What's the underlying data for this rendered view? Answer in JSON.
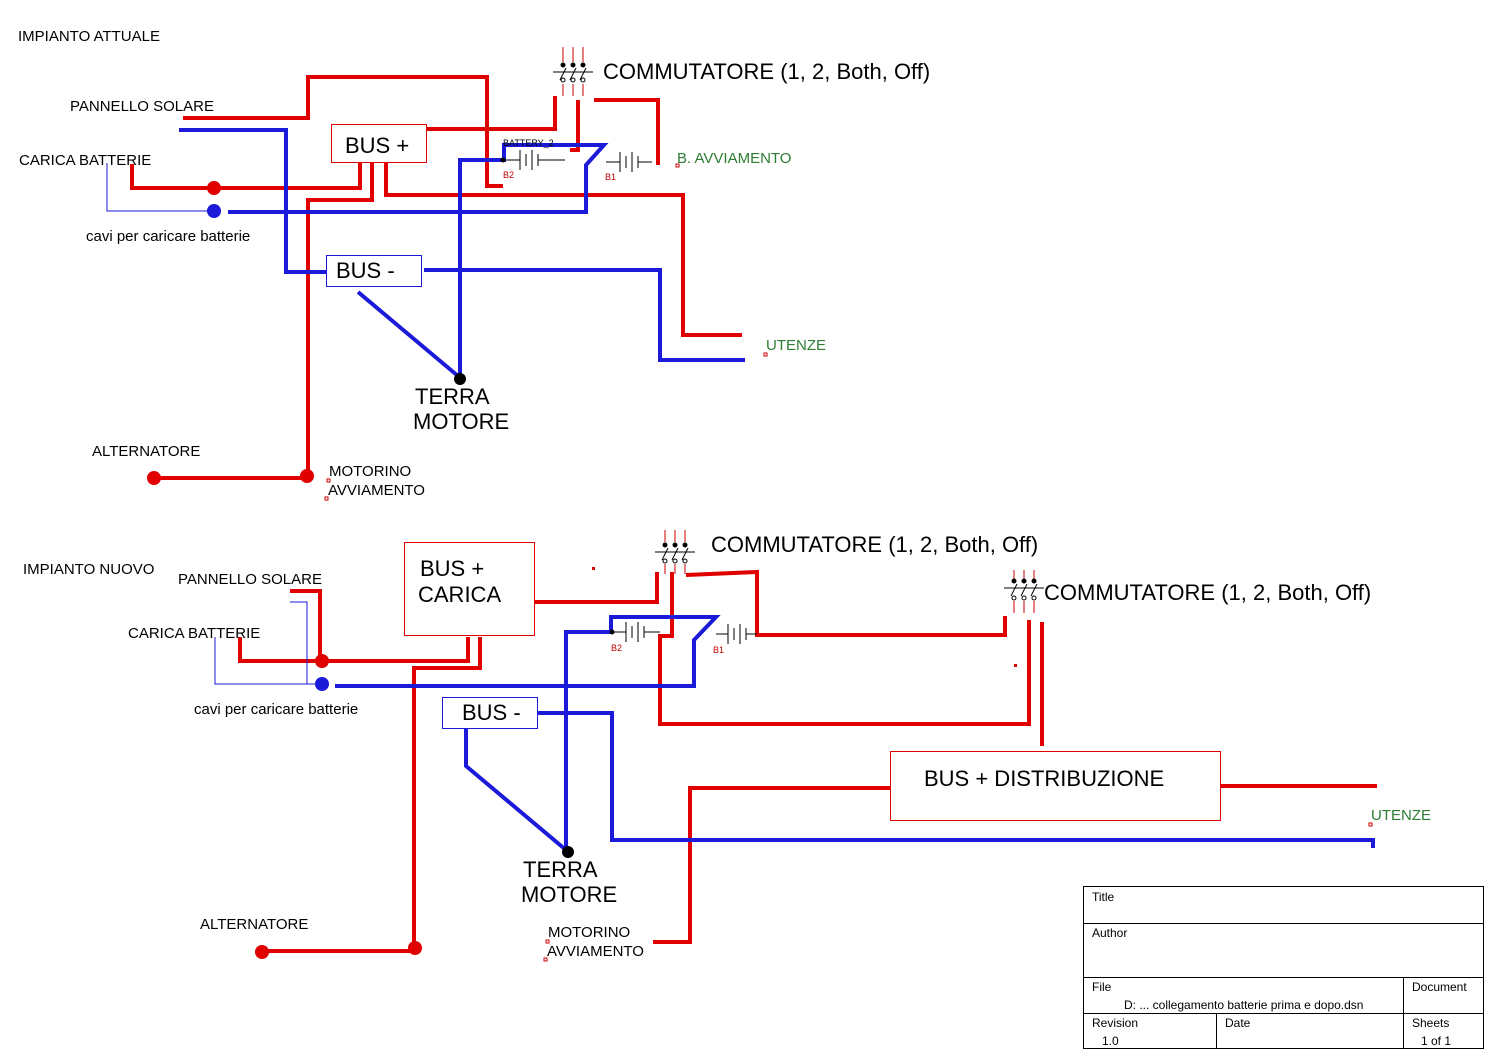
{
  "top": {
    "heading": "IMPIANTO ATTUALE",
    "solar_panel": "PANNELLO SOLARE",
    "battery_charger": "CARICA BATTERIE",
    "charge_cables": "cavi per caricare batterie",
    "bus_plus": "BUS +",
    "bus_minus": "BUS -",
    "switch": "COMMUTATORE (1, 2, Both, Off)",
    "battery_group": "BATTERY_2",
    "battery_b2": "B2",
    "battery_b1": "B1",
    "start_battery": "B. AVVIAMENTO",
    "loads": "UTENZE",
    "ground_1": "TERRA",
    "ground_2": "MOTORE",
    "alternator": "ALTERNATORE",
    "starter_1": "MOTORINO",
    "starter_2": "AVVIAMENTO"
  },
  "bottom": {
    "heading": "IMPIANTO NUOVO",
    "solar_panel": "PANNELLO SOLARE",
    "battery_charger": "CARICA BATTERIE",
    "charge_cables": "cavi per caricare batterie",
    "bus_charge_1": "BUS +",
    "bus_charge_2": "CARICA",
    "bus_minus": "BUS -",
    "switch_1": "COMMUTATORE (1, 2, Both, Off)",
    "switch_2": "COMMUTATORE (1, 2, Both, Off)",
    "battery_b2": "B2",
    "battery_b1": "B1",
    "bus_distribution": "BUS + DISTRIBUZIONE",
    "loads": "UTENZE",
    "ground_1": "TERRA",
    "ground_2": "MOTORE",
    "alternator": "ALTERNATORE",
    "starter_1": "MOTORINO",
    "starter_2": "AVVIAMENTO"
  },
  "title_block": {
    "title_label": "Title",
    "author_label": "Author",
    "file_label": "File",
    "file_value": "D: ... collegamento batterie prima e dopo.dsn",
    "document_label": "Document",
    "revision_label": "Revision",
    "revision_value": "1.0",
    "date_label": "Date",
    "sheets_label": "Sheets",
    "sheets_value": "1 of 1"
  },
  "colors": {
    "positive_wire": "#e00000",
    "negative_wire": "#1a1ad8",
    "net_label": "#2e7d32"
  }
}
